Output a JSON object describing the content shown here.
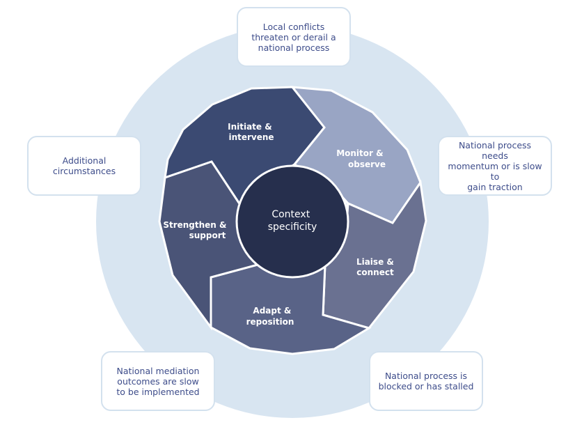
{
  "center": {
    "label": "Context\nspecificity"
  },
  "segments": [
    {
      "id": "initiate",
      "label": "Initiate &\nintervene",
      "color": "#3b4a72"
    },
    {
      "id": "monitor",
      "label": "Monitor &\nobserve",
      "color": "#99a5c4"
    },
    {
      "id": "liaise",
      "label": "Liaise &\nconnect",
      "color": "#6a7191"
    },
    {
      "id": "adapt",
      "label": "Adapt &\nreposition",
      "color": "#596387"
    },
    {
      "id": "strengthen",
      "label": "Strengthen &\nsupport",
      "color": "#4a5477"
    }
  ],
  "callouts": {
    "top": "Local conflicts\nthreaten or derail a\nnational process",
    "right": "National process needs\nmomentum or is slow to\ngain traction",
    "bottom_right": "National process is\nblocked or has stalled",
    "bottom_left": "National mediation\noutcomes are slow\nto be implemented",
    "left": "Additional\ncircumstances"
  },
  "colors": {
    "outer_ring": "#d8e5f1",
    "center": "#262f4d",
    "callout_text": "#3d4c8a",
    "callout_border": "#d3e1ee"
  }
}
